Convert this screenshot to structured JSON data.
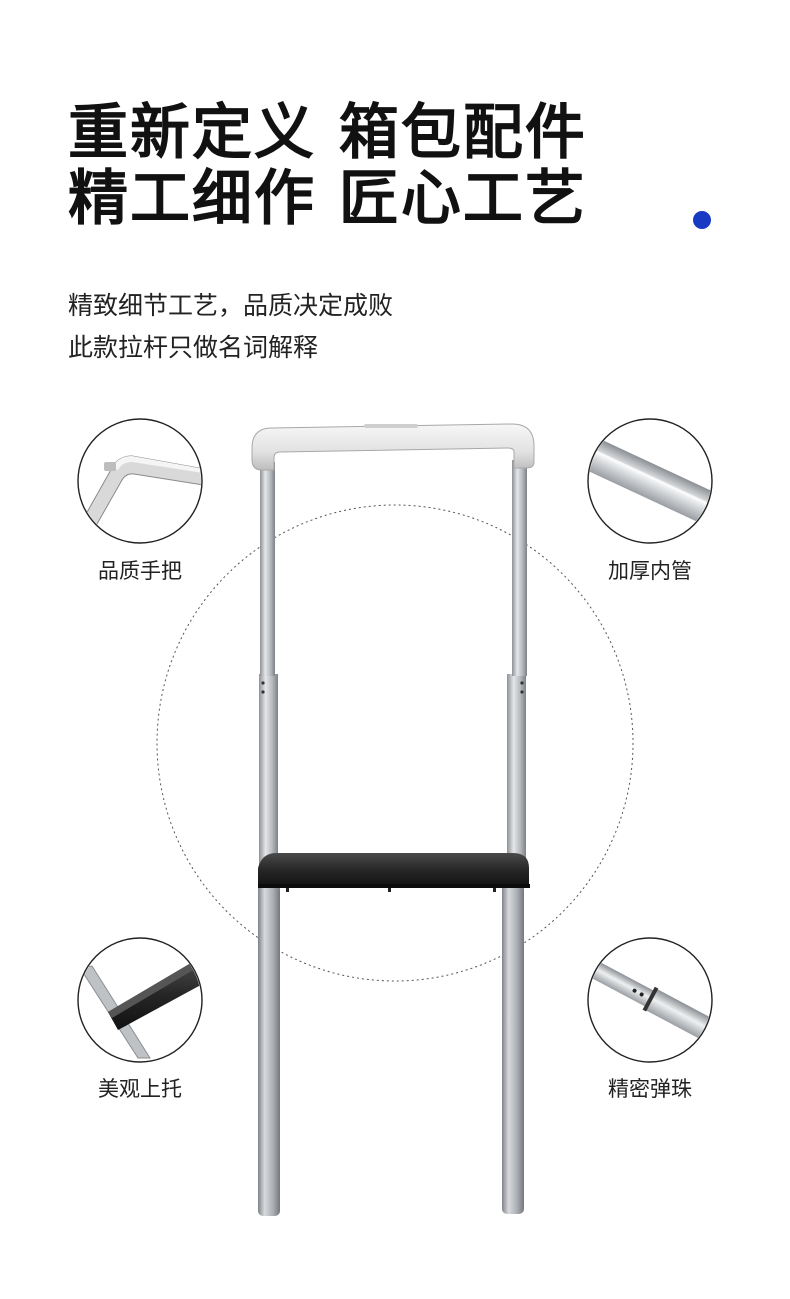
{
  "headline": {
    "line1": "重新定义 箱包配件",
    "line2": "精工细作 匠心工艺"
  },
  "subtitle": {
    "line1": "精致细节工艺，品质决定成败",
    "line2": "此款拉杆只做名词解释"
  },
  "details": [
    {
      "label": "品质手把"
    },
    {
      "label": "加厚内管"
    },
    {
      "label": "美观上托"
    },
    {
      "label": "精密弹珠"
    }
  ],
  "colors": {
    "accent_dot": "#1739c4",
    "tube": "#b8bcc0",
    "tray": "#262626",
    "handle": "#e6e6e6"
  }
}
